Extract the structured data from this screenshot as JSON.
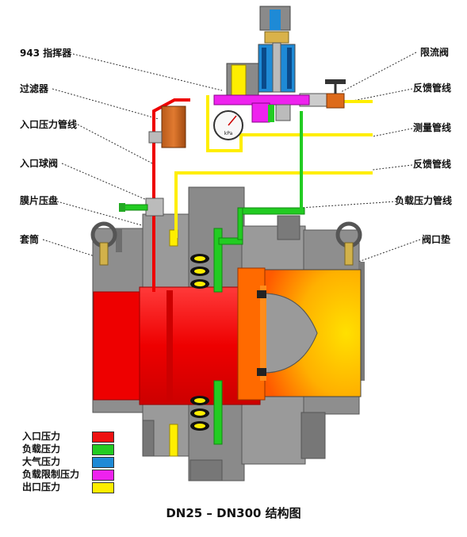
{
  "labels": {
    "pilot": "943 指挥器",
    "filter": "过滤器",
    "inlet_pressure_line": "入口压力管线",
    "inlet_ball_valve": "入口球阀",
    "diaphragm_plate": "膜片压盘",
    "sleeve": "套筒",
    "restrictor_valve": "限流阀",
    "feedback_line_top": "反馈管线",
    "sensing_line": "测量管线",
    "feedback_line_mid": "反馈管线",
    "loading_pressure_line": "负载压力管线",
    "valve_seat": "阀口垫"
  },
  "legend": [
    {
      "label": "入口压力",
      "color": "#ee1111"
    },
    {
      "label": "负载压力",
      "color": "#22cc22"
    },
    {
      "label": "大气压力",
      "color": "#1e8ad6"
    },
    {
      "label": "负载限制压力",
      "color": "#ee22ee"
    },
    {
      "label": "出口压力",
      "color": "#ffee00"
    }
  ],
  "gauge_text": "kPa",
  "caption": "DN25 – DN300 结构图"
}
